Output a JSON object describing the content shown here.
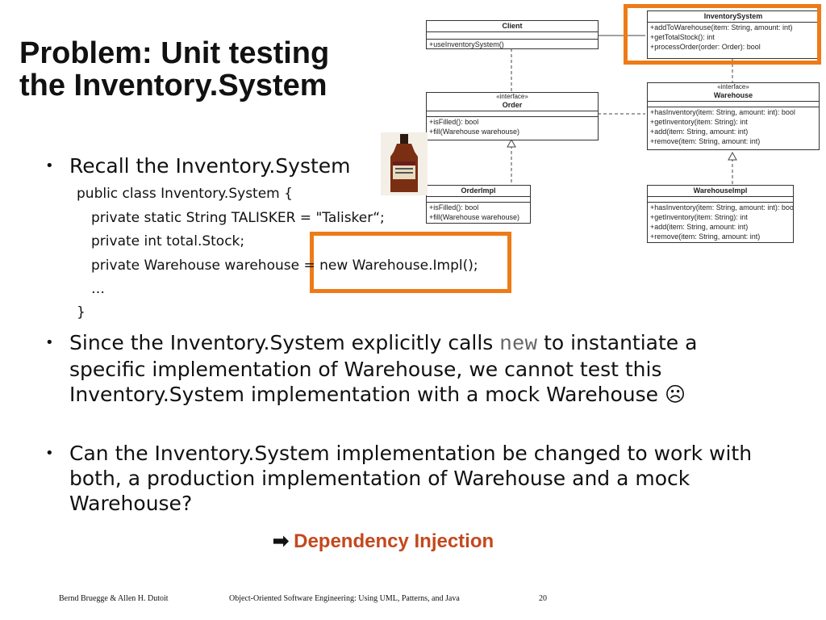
{
  "slide": {
    "title_line1": "Problem: Unit testing",
    "title_line2": "the Inventory.System",
    "bullets": [
      "Recall the Inventory.System",
      "Since the Inventory.System explicitly calls",
      "Can the Inventory.System implementation be changed to work with both, a production implementation of Warehouse and a mock Warehouse?"
    ],
    "bullet2_code": "new",
    "bullet2_rest_line1": "to",
    "bullet2_rest": "instantiate a specific implementation of Warehouse, we cannot test this Inventory.System implementation with a mock Warehouse",
    "frown_glyph": "☹",
    "code": [
      "public class Inventory.System {",
      "private static String TALISKER = \"Talisker“;",
      "private int total.Stock;",
      "private Warehouse warehouse = new Warehouse.Impl();",
      "…",
      "}"
    ],
    "dependency_arrow": "➡",
    "dependency_injection": "Dependency Injection",
    "footer_left": "Bernd Bruegge & Allen H. Dutoit",
    "footer_center": "Object-Oriented Software Engineering: Using UML, Patterns, and Java",
    "page_number": "20",
    "highlight_color": "#ee7b17",
    "accent_color": "#c4481d"
  },
  "uml": {
    "client": {
      "name": "Client",
      "members": [
        "+useInventorySystem()"
      ]
    },
    "inventory_system": {
      "name": "InventorySystem",
      "members": [
        "+addToWarehouse(item: String, amount: int)",
        "+getTotalStock(): int",
        "+processOrder(order: Order): bool"
      ]
    },
    "order": {
      "stereotype": "«interface»",
      "name": "Order",
      "members": [
        "+isFilled(): bool",
        "+fill(Warehouse warehouse)"
      ]
    },
    "warehouse": {
      "stereotype": "«interface»",
      "name": "Warehouse",
      "members": [
        "+hasInventory(item: String, amount: int): bool",
        "+getInventory(item: String): int",
        "+add(item: String, amount: int)",
        "+remove(item: String, amount: int)"
      ]
    },
    "order_impl": {
      "name": "OrderImpl",
      "members": [
        "+isFilled(): bool",
        "+fill(Warehouse warehouse)"
      ]
    },
    "warehouse_impl": {
      "name": "WarehouseImpl",
      "members": [
        "+hasInventory(item: String, amount: int): bool",
        "+getInventory(item: String): int",
        "+add(item: String, amount: int)",
        "+remove(item: String, amount: int)"
      ]
    }
  }
}
